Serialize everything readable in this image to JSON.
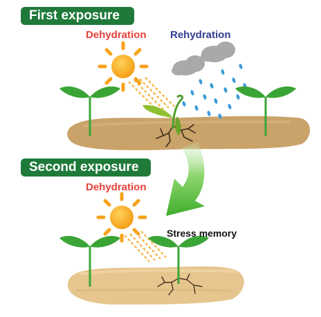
{
  "first_exposure": {
    "title": "First exposure",
    "dehydration_label": "Dehydration",
    "rehydration_label": "Rehydration"
  },
  "second_exposure": {
    "title": "Second exposure",
    "dehydration_label": "Dehydration",
    "memory_label": "Stress memory"
  },
  "colors": {
    "badge_green": "#1f7a3a",
    "dehydration_red": "#e8423a",
    "rehydration_blue": "#2f3c8f",
    "sun_orange": "#f7a21b",
    "soil_brown": "#c9a36a",
    "leaf_green": "#3aa536",
    "rain_blue": "#3a9ad9",
    "arrow_green": "#5cbf3b"
  },
  "icons": [
    "sun-icon",
    "cloud-icon",
    "raindrop-icon",
    "seedling-icon",
    "crack-icon",
    "curved-arrow-icon"
  ]
}
